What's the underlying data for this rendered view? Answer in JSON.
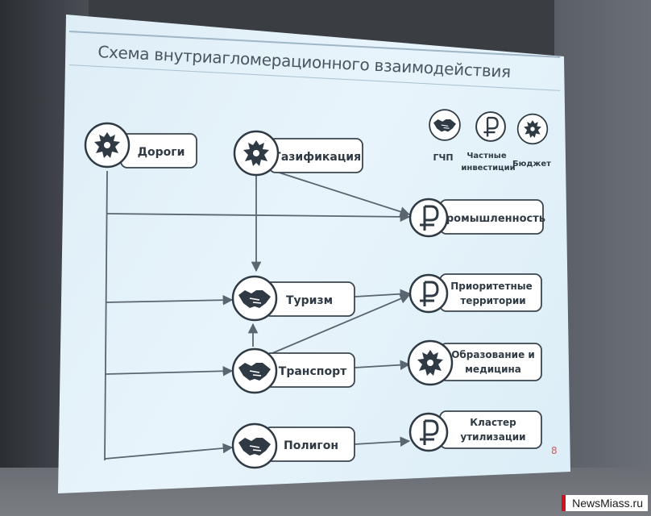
{
  "slide": {
    "title": "Схема внутриагломерационного взаимодействия",
    "page_number": "8"
  },
  "legend": [
    {
      "icon": "handshake-icon",
      "label": "ГЧП"
    },
    {
      "icon": "ruble-icon",
      "label": "Частные инвестиции"
    },
    {
      "icon": "eagle-emblem-icon",
      "label": "Бюджет"
    }
  ],
  "nodes": {
    "roads": {
      "label": "Дороги",
      "icon": "eagle-emblem-icon"
    },
    "gas": {
      "label": "Газификация",
      "icon": "eagle-emblem-icon"
    },
    "tourism": {
      "label": "Туризм",
      "icon": "handshake-icon"
    },
    "transport": {
      "label": "Транспорт",
      "icon": "handshake-icon"
    },
    "landfill": {
      "label": "Полигон",
      "icon": "handshake-icon"
    },
    "industry": {
      "label": "Промышленность",
      "icon": "ruble-icon"
    },
    "priority": {
      "label_lines": [
        "Приоритетные",
        "территории"
      ],
      "icon": "ruble-icon"
    },
    "education": {
      "label_lines": [
        "Образование и",
        "медицина"
      ],
      "icon": "eagle-emblem-icon"
    },
    "cluster": {
      "label_lines": [
        "Кластер",
        "утилизации"
      ],
      "icon": "ruble-icon"
    }
  },
  "watermark": {
    "text": "NewsMiass.ru"
  },
  "colors": {
    "line": "#5a6570",
    "box_fill": "#ffffff",
    "icon_fill": "#2f3a45",
    "slide_bg": "#e3f0f8"
  }
}
